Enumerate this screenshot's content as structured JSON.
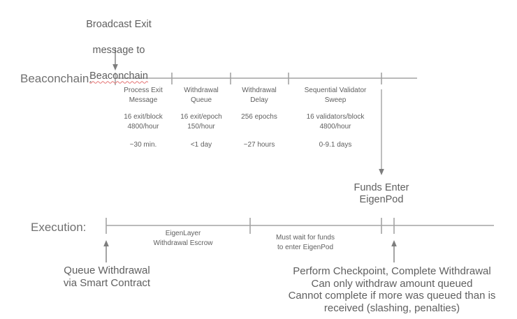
{
  "colors": {
    "timeline_line": "#a3a3a3",
    "arrow": "#7d7d7d",
    "text": "#5f5f5f",
    "layer_label": "#707070",
    "spellcheck_underline": "#e57373"
  },
  "broadcast": {
    "line1": "Broadcast Exit",
    "line2": "message to",
    "line3": "Beaconchain"
  },
  "beaconchain": {
    "label": "Beaconchain:",
    "segments": [
      {
        "name": "Process Exit\nMessage",
        "rate": "16 exit/block\n4800/hour",
        "duration": "~30 min."
      },
      {
        "name": "Withdrawal\nQueue",
        "rate": "16 exit/epoch\n150/hour",
        "duration": "<1 day"
      },
      {
        "name": "Withdrawal\nDelay",
        "rate": "256 epochs",
        "duration": "~27 hours"
      },
      {
        "name": "Sequential Validator\nSweep",
        "rate": "16 validators/block\n4800/hour",
        "duration": "0-9.1 days"
      }
    ]
  },
  "funds_enter": "Funds Enter\nEigenPod",
  "execution": {
    "label": "Execution:",
    "segments": [
      {
        "name": "EigenLayer\nWithdrawal Escrow"
      },
      {
        "name": "Must wait for funds\nto enter EigenPod"
      }
    ]
  },
  "queue_withdrawal": "Queue Withdrawal\nvia Smart Contract",
  "checkpoint_note": "Perform Checkpoint, Complete Withdrawal\nCan only withdraw amount queued\nCannot complete if more was queued than is\nreceived (slashing, penalties)"
}
